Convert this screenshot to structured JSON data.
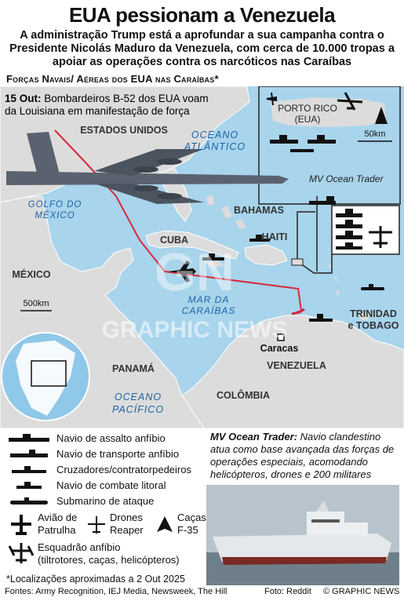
{
  "title": "EUA pessionam a Venezuela",
  "subtitle": "A administração Trump está a aprofundar a sua campanha contra o Presidente Nicolás Maduro da Venezuela, com cerca de 10.000 tropas a apoiar as operações contra os narcóticos nas Caraíbas",
  "section_heading": "Forças Navais/ Aéreas dos EUA nas Caraíbas*",
  "map": {
    "annotation_date": "15 Out:",
    "annotation_text_1": "Bombardeiros B-52 dos EUA voam",
    "annotation_text_2": "da Louisiana em manifestação de força",
    "labels": {
      "estados_unidos": "ESTADOS UNIDOS",
      "oceano_atlantico_1": "OCEANO",
      "oceano_atlantico_2": "ATLÂNTICO",
      "golfo_1": "GOLFO DO",
      "golfo_2": "MÉXICO",
      "bahamas": "BAHAMAS",
      "cuba": "CUBA",
      "haiti": "HAITI",
      "mexico": "MÉXICO",
      "mar_1": "MAR DA",
      "mar_2": "CARAÍBAS",
      "trinidad_1": "TRINIDAD",
      "trinidad_2": "e TOBAGO",
      "caracas": "Caracas",
      "venezuela": "VENEZUELA",
      "panama": "PANAMÁ",
      "colombia": "COLÔMBIA",
      "oceano_pacifico_1": "OCEANO",
      "oceano_pacifico_2": "PACÍFICO",
      "porto_rico_1": "PORTO RICO",
      "porto_rico_2": "(EUA)",
      "mv_ocean_trader": "MV Ocean Trader",
      "scale_main": "500km",
      "scale_inset": "50km"
    },
    "watermark_1": "GN",
    "watermark_2": "GRAPHIC NEWS"
  },
  "legend": [
    {
      "icon": "amphibious-assault-ship-icon",
      "label": "Navio de assalto anfíbio"
    },
    {
      "icon": "amphibious-transport-ship-icon",
      "label": "Navio de transporte anfíbio"
    },
    {
      "icon": "cruiser-destroyer-icon",
      "label": "Cruzadores/contratorpedeiros"
    },
    {
      "icon": "littoral-combat-ship-icon",
      "label": "Navio de combate litoral"
    },
    {
      "icon": "attack-submarine-icon",
      "label": "Submarino de ataque"
    }
  ],
  "legend_aircraft": {
    "patrol_1": "Avião de",
    "patrol_2": "Patrulha",
    "reaper_1": "Drones",
    "reaper_2": "Reaper",
    "f35_1": "Caças",
    "f35_2": "F-35",
    "squadron_1": "Esquadrão anfíbio",
    "squadron_2": "(tiltrotores, caças, helicópteros)"
  },
  "mv_box": {
    "heading": "MV Ocean Trader:",
    "text": " Navio clandestino atua como base avançada das forças de operações especiais, acomodando helicópteros, drones e 200 militares"
  },
  "note": "*Localizações aproximadas a 2 Out 2025",
  "footer": {
    "sources": "Fontes: Army Recognition, IEJ Media, Newsweek, The Hill",
    "photo": "Foto: Reddit",
    "copyright": "© GRAPHIC NEWS"
  },
  "colors": {
    "sea": "#a8d4ec",
    "land": "#dcdcdc",
    "route": "#d8283c",
    "ocean_text": "#1c63a5"
  }
}
